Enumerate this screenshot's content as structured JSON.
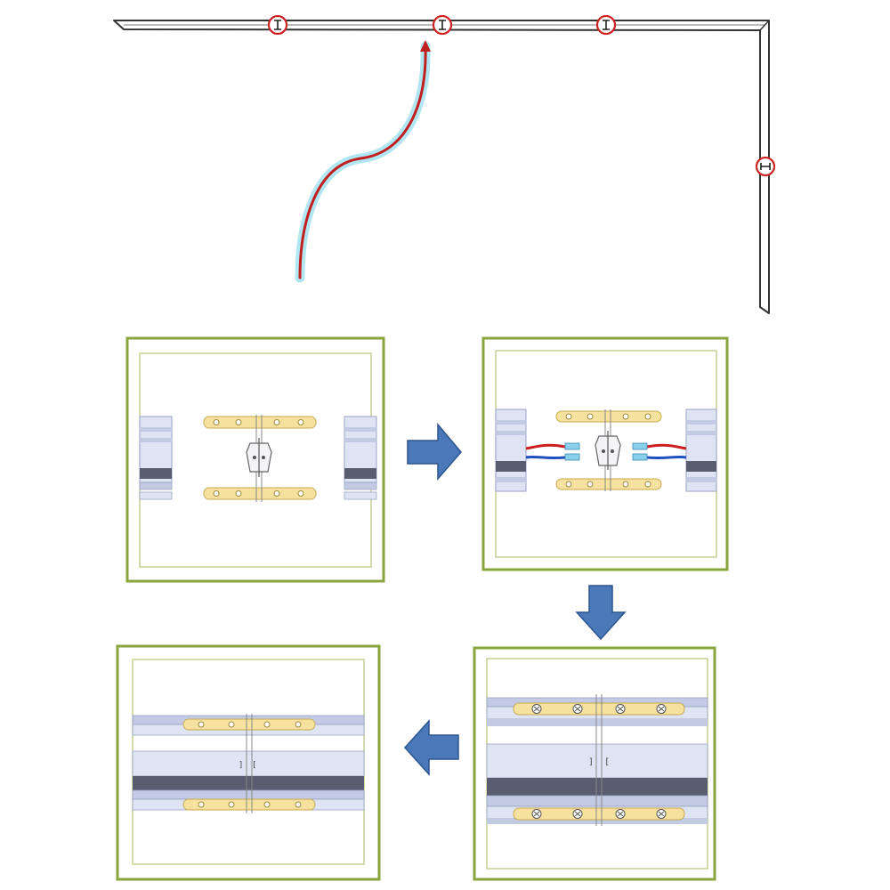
{
  "title": "",
  "colors": {
    "panel_border": "#8aa43c",
    "panel_inner": "#b5c47a",
    "arrow_fill": "#4a78b8",
    "arrow_stroke": "#2c5690",
    "track_stroke": "#333333",
    "marker_circle": "#cc2222",
    "route_line": "#c02020",
    "route_glow": "#a8e4f2",
    "bracket_fill": "#f6e29e",
    "bracket_stroke": "#c8aa50",
    "rail_light": "#dfe4f4",
    "rail_mid": "#c3cbe4",
    "rail_dark": "#5a5c70",
    "wire_red": "#cc2020",
    "wire_blue": "#2050c0",
    "terminal": "#8ad0ec"
  },
  "steps": [
    {
      "id": 1,
      "state": "rails-separated-connector-center"
    },
    {
      "id": 2,
      "state": "wires-attached-to-connector"
    },
    {
      "id": 3,
      "state": "rails-joined-brackets-screwed"
    },
    {
      "id": 4,
      "state": "joint-complete"
    }
  ],
  "flow_arrows": [
    {
      "from": 1,
      "to": 2,
      "direction": "right"
    },
    {
      "from": 2,
      "to": 3,
      "direction": "down"
    },
    {
      "from": 3,
      "to": 4,
      "direction": "left"
    }
  ],
  "track_layout": {
    "shape": "L-shaped ceiling track",
    "joint_markers": 4,
    "highlighted_marker": 2
  }
}
